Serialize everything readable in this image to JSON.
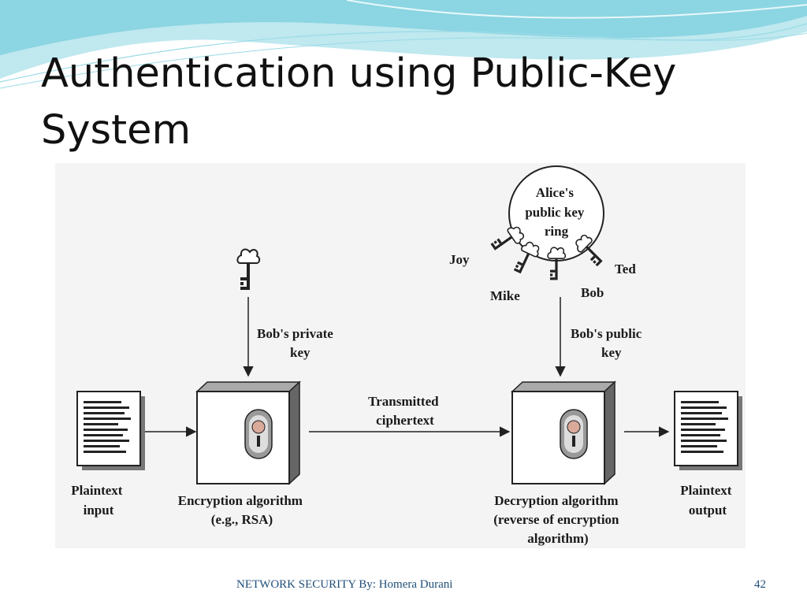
{
  "slide": {
    "title_line1": "Authentication using Public-Key",
    "title_line2": "System",
    "footer": "NETWORK SECURITY By: Homera Durani",
    "page_number": "42"
  },
  "diagram": {
    "key_ring_label": [
      "Alice's",
      "public key",
      "ring"
    ],
    "ring_keys": [
      "Joy",
      "Mike",
      "Bob",
      "Ted"
    ],
    "private_key_label": [
      "Bob's private",
      "key"
    ],
    "public_key_label": [
      "Bob's public",
      "key"
    ],
    "ciphertext_label": [
      "Transmitted",
      "ciphertext"
    ],
    "plaintext_input_label": [
      "Plaintext",
      "input"
    ],
    "encryption_label": [
      "Encryption algorithm",
      "(e.g., RSA)"
    ],
    "decryption_label": [
      "Decryption algorithm",
      "(reverse of encryption",
      "algorithm)"
    ],
    "plaintext_output_label": [
      "Plaintext",
      "output"
    ]
  },
  "colors": {
    "accent_blue": "#1f4e79",
    "wave_light": "#bfe8ef",
    "wave_dark": "#7fd0de",
    "panel_bg": "#f4f4f4",
    "lock_knob": "#d9a99a"
  }
}
